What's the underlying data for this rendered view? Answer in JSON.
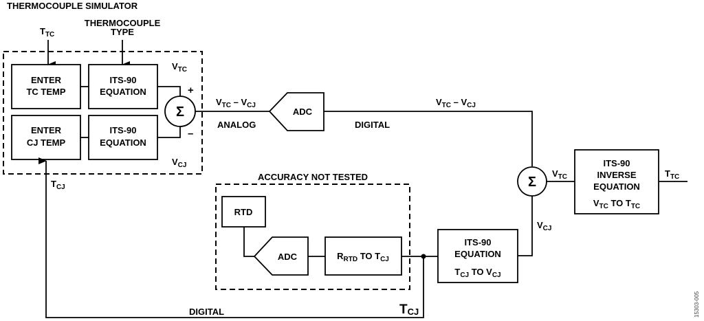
{
  "title": "THERMOCOUPLE SIMULATOR",
  "inputs": {
    "ttc": {
      "main": "T",
      "sub": "TC"
    },
    "thermocouple_type": [
      "THERMOCOUPLE",
      "TYPE"
    ]
  },
  "simulator": {
    "enter_tc": [
      "ENTER",
      "TC TEMP"
    ],
    "enter_cj": [
      "ENTER",
      "CJ TEMP"
    ],
    "its90_top": [
      "ITS-90",
      "EQUATION"
    ],
    "its90_bottom": [
      "ITS-90",
      "EQUATION"
    ],
    "vtc_label": {
      "main": "V",
      "sub": "TC"
    },
    "vcj_label": {
      "main": "V",
      "sub": "CJ"
    },
    "plus": "+",
    "minus": "–",
    "sigma": "Σ"
  },
  "analog_path": {
    "signal": {
      "a": "V",
      "a_sub": "TC",
      "sep": " – ",
      "b": "V",
      "b_sub": "CJ"
    },
    "analog_label": "ANALOG",
    "adc_label": "ADC",
    "digital_label": "DIGITAL",
    "digital_signal": {
      "a": "V",
      "a_sub": "TC",
      "sep": " – ",
      "b": "V",
      "b_sub": "CJ"
    }
  },
  "inverse": {
    "sigma": "Σ",
    "input_label": {
      "main": "V",
      "sub": "TC"
    },
    "vcj_label": {
      "main": "V",
      "sub": "CJ"
    },
    "lines": [
      "ITS-90",
      "INVERSE",
      "EQUATION"
    ],
    "conv": {
      "a": "V",
      "a_sub": "TC",
      "mid": " TO ",
      "b": "T",
      "b_sub": "TC"
    },
    "output_label": {
      "main": "T",
      "sub": "TC"
    }
  },
  "cj_measurement": {
    "title": "ACCURACY NOT TESTED",
    "rtd_label": "RTD",
    "adc_label": "ADC",
    "conv": {
      "a": "R",
      "a_sub": "RTD",
      "mid": " TO ",
      "b": "T",
      "b_sub": "CJ"
    }
  },
  "cj_equation": {
    "lines": [
      "ITS-90",
      "EQUATION"
    ],
    "conv": {
      "a": "T",
      "a_sub": "CJ",
      "mid": " TO ",
      "b": "V",
      "b_sub": "CJ"
    }
  },
  "feedback": {
    "tcj_label": {
      "main": "T",
      "sub": "CJ"
    },
    "digital_label": "DIGITAL",
    "tcj_big": {
      "main": "T",
      "sub": "CJ"
    }
  },
  "figure_id": "15303-005"
}
